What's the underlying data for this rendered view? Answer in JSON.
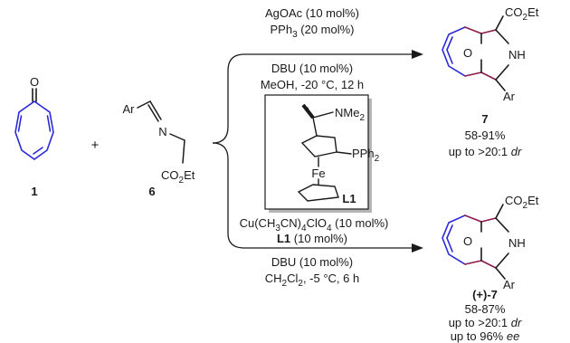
{
  "reactants": {
    "tropone": {
      "atom_o": "O",
      "number": "1"
    },
    "plus": "+",
    "imine": {
      "ar": "Ar",
      "n": "N",
      "ester_base": "CO",
      "ester_sub": "2",
      "ester_tail": "Et",
      "number": "6"
    }
  },
  "route_top": {
    "line1": "AgOAc (10 mol%)",
    "line2_a": "PPh",
    "line2_sub": "3",
    "line2_b": " (20 mol%)",
    "line3": "DBU (10 mol%)",
    "line4": "MeOH, -20 °C, 12 h"
  },
  "ligand_box": {
    "nme_a": "NMe",
    "nme_sub": "2",
    "pph_a": "PPh",
    "pph_sub": "2",
    "fe": "Fe",
    "label": "L1"
  },
  "route_bottom": {
    "line1_a": "Cu(CH",
    "line1_s1": "3",
    "line1_b": "CN)",
    "line1_s2": "4",
    "line1_c": "ClO",
    "line1_s3": "4",
    "line1_d": " (10 mol%)",
    "line2_bold": "L1",
    "line2_rest": " (10 mol%)",
    "line3": "DBU (10 mol%)",
    "line4_a": "CH",
    "line4_s1": "2",
    "line4_b": "Cl",
    "line4_s2": "2",
    "line4_c": ", -5 °C, 6 h"
  },
  "product_top": {
    "ester_base": "CO",
    "ester_sub": "2",
    "ester_tail": "Et",
    "nh": "NH",
    "o": "O",
    "ar": "Ar",
    "number": "7",
    "yield": "58-91%",
    "dr_a": "up to >20:1 ",
    "dr_b": "dr"
  },
  "product_bottom": {
    "ester_base": "CO",
    "ester_sub": "2",
    "ester_tail": "Et",
    "nh": "NH",
    "o": "O",
    "ar": "Ar",
    "number": "(+)-7",
    "yield": "58-87%",
    "dr_a": "up to >20:1 ",
    "dr_b": "dr",
    "ee_a": "up to 96% ",
    "ee_b": "ee"
  },
  "colors": {
    "ring": "#2a2ad6",
    "new_bonds": "#8b1a4a",
    "ink": "#1a1a1a",
    "box_shadow": "#b5b5b5"
  }
}
